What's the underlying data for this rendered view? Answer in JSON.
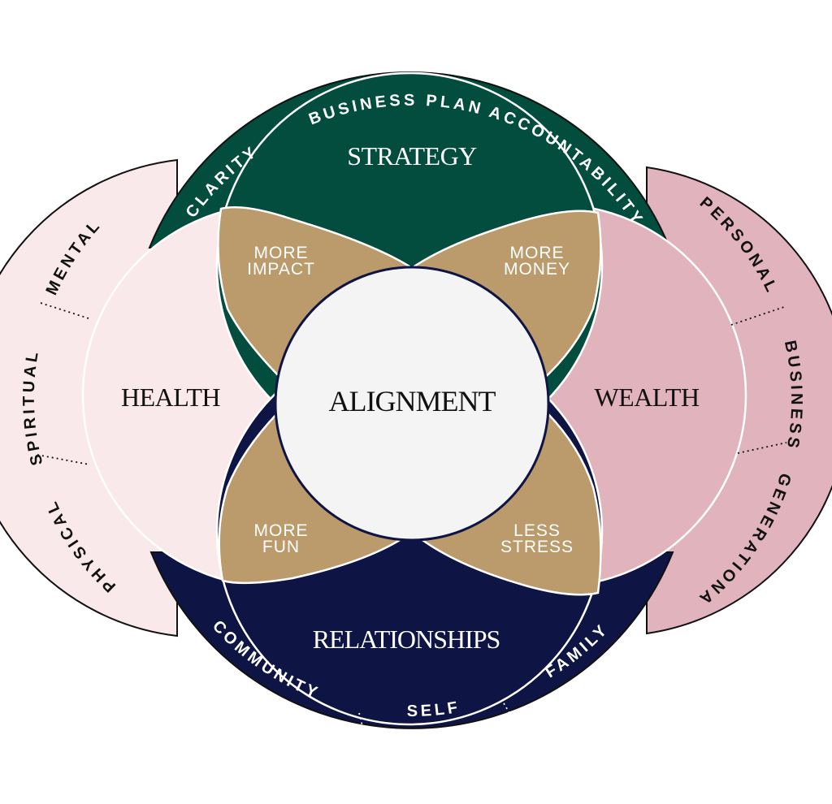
{
  "colors": {
    "strategy": "#024D3E",
    "relationships": "#0E1545",
    "health": "#F9E9EA",
    "wealth": "#E0B3BD",
    "petal": "#BB9A6B",
    "center": "#F4F4F4",
    "outline": "#111111",
    "white": "#FFFFFF"
  },
  "center": {
    "label": "ALIGNMENT"
  },
  "lobes": {
    "strategy": "STRATEGY",
    "health": "HEALTH",
    "wealth": "WEALTH",
    "relationships": "RELATIONSHIPS"
  },
  "petals": {
    "top_left": [
      "MORE",
      "IMPACT"
    ],
    "top_right": [
      "MORE",
      "MONEY"
    ],
    "bottom_left": [
      "MORE",
      "FUN"
    ],
    "bottom_right": [
      "LESS",
      "STRESS"
    ]
  },
  "outer_rings": {
    "top": [
      "CLARITY",
      "BUSINESS PLAN",
      "ACCOUNTABILITY"
    ],
    "left": [
      "MENTAL",
      "SPIRITUAL",
      "PHYSICAL"
    ],
    "right": [
      "PERSONAL",
      "BUSINESS",
      "GENERATIONAL"
    ],
    "bottom": [
      "COMMUNITY",
      "SELF",
      "FAMILY"
    ]
  }
}
